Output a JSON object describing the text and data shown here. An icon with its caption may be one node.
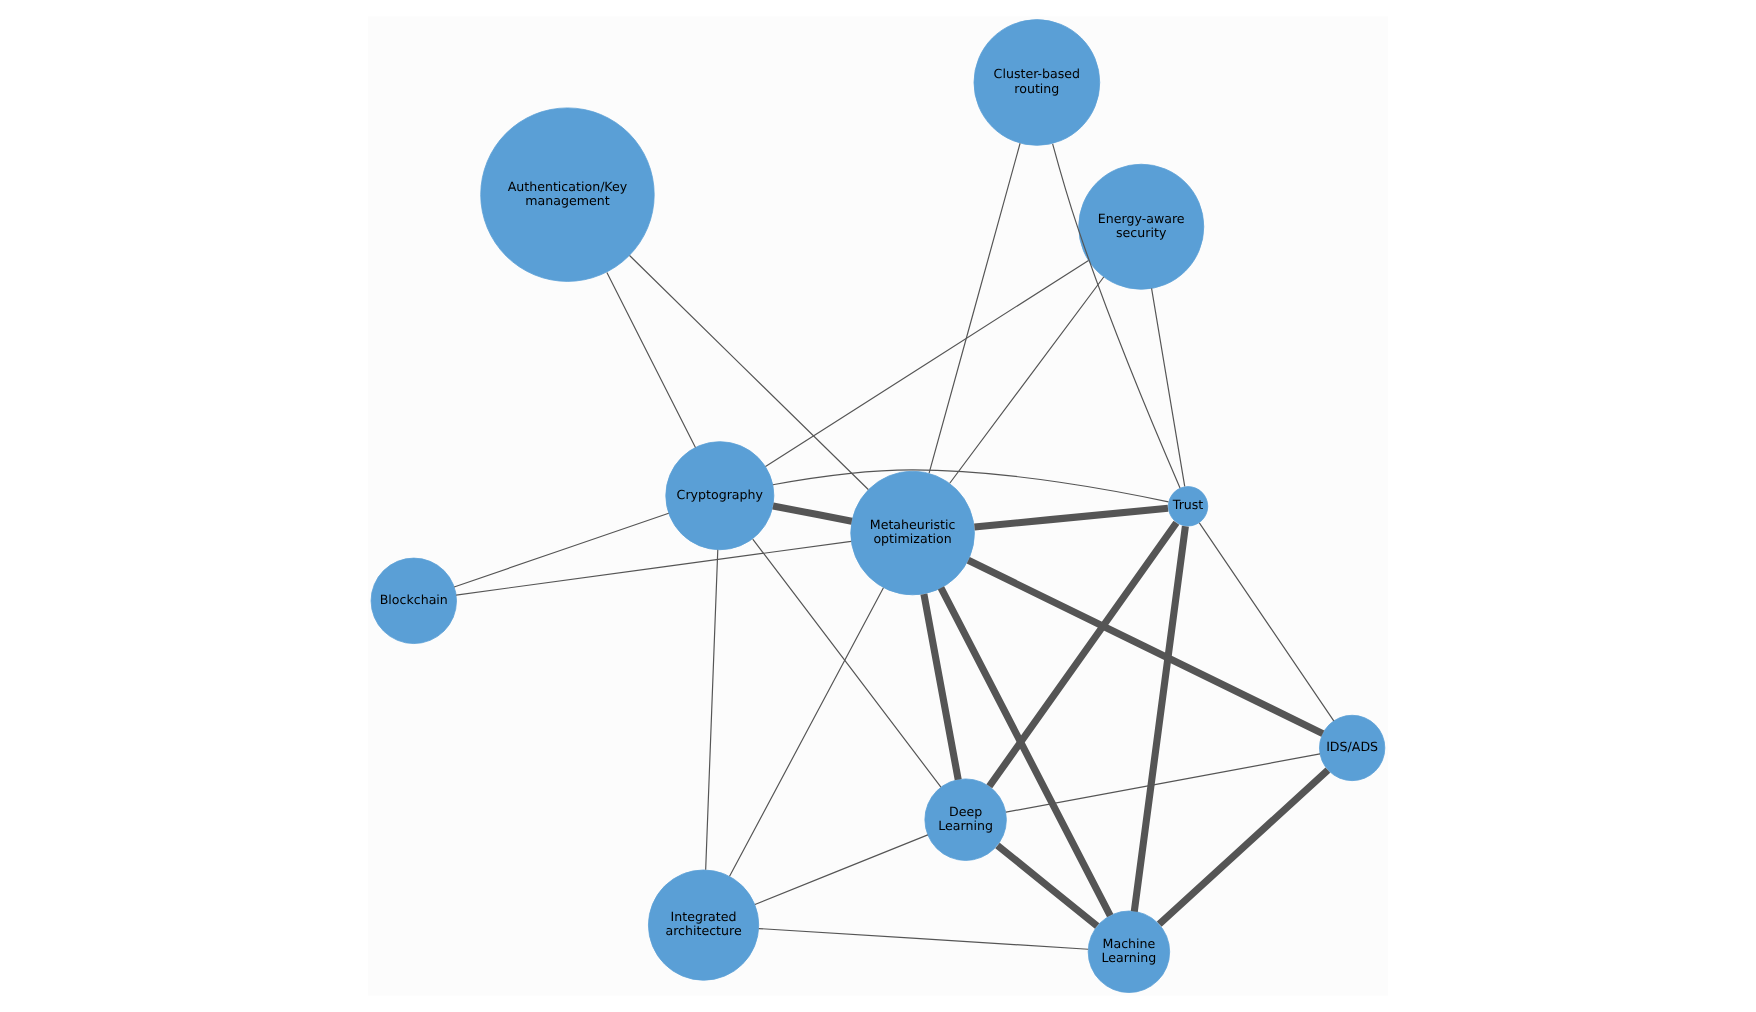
{
  "diagram": {
    "nodes": [
      {
        "text": [
          "Authentication/Key management"
        ]
      },
      {
        "text": [
          "Energy-aware security"
        ]
      },
      {
        "text": [
          "Blockchain"
        ]
      },
      {
        "text": [
          "Cryptography"
        ]
      },
      {
        "text": [
          "Cluster-based routing"
        ]
      },
      {
        "text": [
          "Metaheuristic optimization"
        ]
      },
      {
        "text": [
          "Trust"
        ]
      },
      {
        "text": [
          "Deep Learning"
        ]
      },
      {
        "text": [
          "Integrated architecture"
        ]
      },
      {
        "text": [
          "Machine Learning"
        ]
      },
      {
        "text": [
          "IDS/ADS"
        ]
      }
    ],
    "edges": [
      {
        "from": 0,
        "to": 3,
        "arrow": "none"
      },
      {
        "from": 0,
        "to": 5,
        "arrow": "none"
      },
      {
        "from": 1,
        "to": 3,
        "arrow": "none"
      },
      {
        "from": 1,
        "to": 5,
        "arrow": "none"
      },
      {
        "from": 1,
        "to": 6,
        "arrow": "none"
      },
      {
        "from": 2,
        "to": 3,
        "arrow": "none"
      },
      {
        "from": 2,
        "to": 5,
        "arrow": "none"
      },
      {
        "from": 3,
        "to": 5,
        "arrow": "none",
        "style": "thick"
      },
      {
        "from": 3,
        "to": 6,
        "arrow": "none"
      },
      {
        "from": 3,
        "to": 7,
        "arrow": "none"
      },
      {
        "from": 3,
        "to": 8,
        "arrow": "none"
      },
      {
        "from": 4,
        "to": 5,
        "arrow": "none"
      },
      {
        "from": 4,
        "to": 6,
        "arrow": "none"
      },
      {
        "from": 5,
        "to": 6,
        "arrow": "none",
        "style": "thick"
      },
      {
        "from": 5,
        "to": 7,
        "arrow": "none",
        "style": "thick"
      },
      {
        "from": 5,
        "to": 9,
        "arrow": "none",
        "style": "thick"
      },
      {
        "from": 5,
        "to": 10,
        "arrow": "none",
        "style": "thick"
      },
      {
        "from": 5,
        "to": 8,
        "arrow": "none"
      },
      {
        "from": 6,
        "to": 7,
        "arrow": "none",
        "style": "thick"
      },
      {
        "from": 6,
        "to": 9,
        "arrow": "none",
        "style": "thick"
      },
      {
        "from": 6,
        "to": 10,
        "arrow": "none"
      },
      {
        "from": 7,
        "to": 9,
        "arrow": "none",
        "style": "thick"
      },
      {
        "from": 7,
        "to": 10,
        "arrow": "none"
      },
      {
        "from": 7,
        "to": 8,
        "arrow": "none"
      },
      {
        "from": 8,
        "to": 9,
        "arrow": "none"
      },
      {
        "from": 10,
        "to": 9,
        "arrow": "none",
        "style": "thick"
      }
    ]
  }
}
